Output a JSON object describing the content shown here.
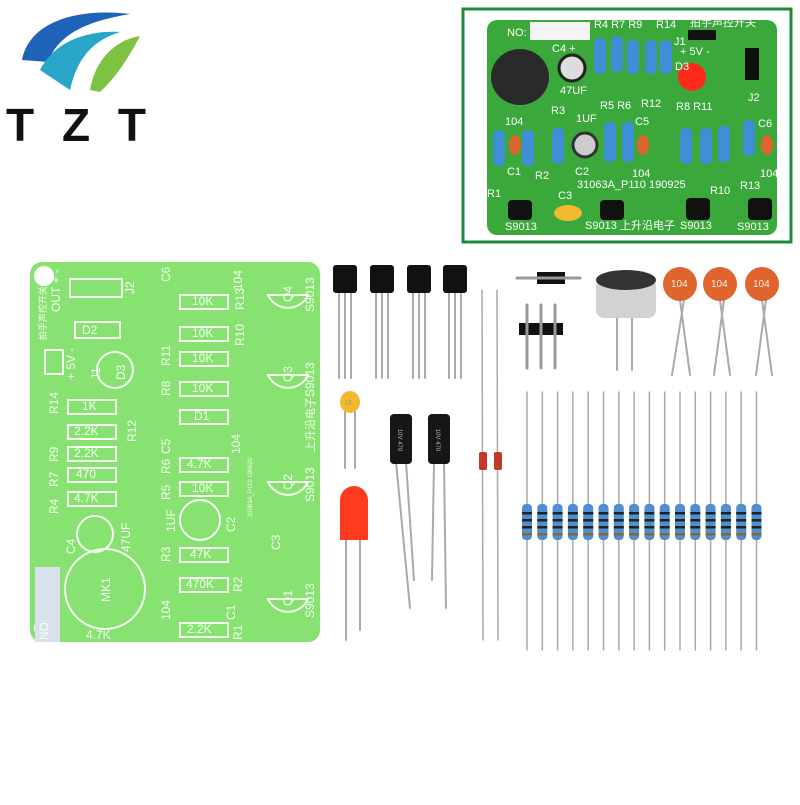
{
  "logo": {
    "text": "TZT",
    "colors": {
      "blue": "#1e63b8",
      "teal": "#27a6c8",
      "green": "#7ec242",
      "text": "#111111"
    }
  },
  "inset": {
    "no_label": "NO:",
    "title_cn": "拍手声控开关",
    "r4r7r9": "R4 R7 R9",
    "r14": "R14",
    "j1": "J1",
    "power": "+ 5V -",
    "c4": "C4 +",
    "c4_value": "47UF",
    "d3": "D3",
    "j2": "J2",
    "r5r6": "R5 R6",
    "r12": "R12",
    "r8r11": "R8 R11",
    "r3": "R3",
    "c2_value": "1UF",
    "c1_value": "104",
    "c5": "C5",
    "c6": "C6",
    "c1": "C1",
    "r2": "R2",
    "c2": "C2",
    "c5_value": "104",
    "c6_value": "104",
    "board_code": "31063A_P110  190925",
    "r1": "R1",
    "c3": "C3",
    "r10": "R10",
    "r13": "R13",
    "q_type": "S9013",
    "maker_cn": "上升沿电子",
    "colors": {
      "frame": "#1f8a3a",
      "board": "#3aa83a"
    }
  },
  "pcb": {
    "color": "#88e272",
    "no_label": "NO:",
    "title_cn": "拍手声控开关",
    "j1": "J1",
    "j2": "J2",
    "out": "OUT + -",
    "power": "+ 5V -",
    "d1": "D1",
    "d2": "D2",
    "d3": "D3",
    "mk1": "MK1",
    "c1": "C1",
    "c2": "C2",
    "c3": "C3",
    "c4": "C4",
    "c5": "C5",
    "c6": "C6",
    "c1_value": "104",
    "c2_value": "1UF",
    "c4_value": "47UF",
    "c5_value": "104",
    "c6_value": "104",
    "q1": "Q1",
    "q2": "Q2",
    "q3": "Q3",
    "q4": "Q4",
    "q_type": "S9013",
    "board_code": "31063A_P110  190620",
    "maker_cn": "上升沿电子",
    "resistors": [
      {
        "ref": "R4",
        "value": "4.7K"
      },
      {
        "ref": "R7",
        "value": "470"
      },
      {
        "ref": "R9",
        "value": "2.2K"
      },
      {
        "ref": "R12",
        "value": "2.2K"
      },
      {
        "ref": "R14",
        "value": "1K"
      },
      {
        "ref": "R13",
        "value": "10K"
      },
      {
        "ref": "R10",
        "value": "10K"
      },
      {
        "ref": "R11",
        "value": "10K"
      },
      {
        "ref": "R8",
        "value": "10K"
      },
      {
        "ref": "R6",
        "value": "4.7K"
      },
      {
        "ref": "R5",
        "value": "10K"
      },
      {
        "ref": "R3",
        "value": "47K"
      },
      {
        "ref": "R2",
        "value": "470K"
      },
      {
        "ref": "R1",
        "value": "2.2K"
      }
    ]
  },
  "parts": {
    "ceramic_caps": [
      "104",
      "104",
      "104"
    ],
    "yellow_cap": "15",
    "electrolytic": [
      "10V 470",
      "10V 470"
    ],
    "colors": {
      "resistor": "#4f8fd0",
      "led": "#ff3b1f",
      "ceramic": "#e0642d",
      "yellow": "#f2b830"
    }
  }
}
